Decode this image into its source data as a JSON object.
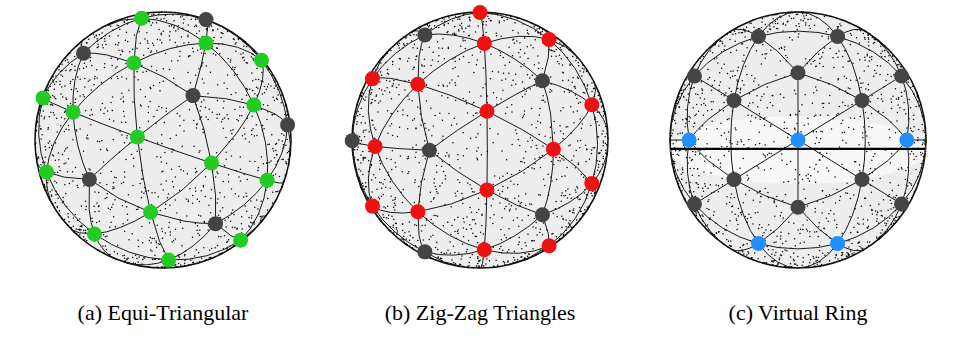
{
  "diagram": {
    "labels": [
      "(a) Equi-Triangular",
      "(b) Zig-Zag Triangles",
      "(c) Virtual Ring"
    ]
  }
}
